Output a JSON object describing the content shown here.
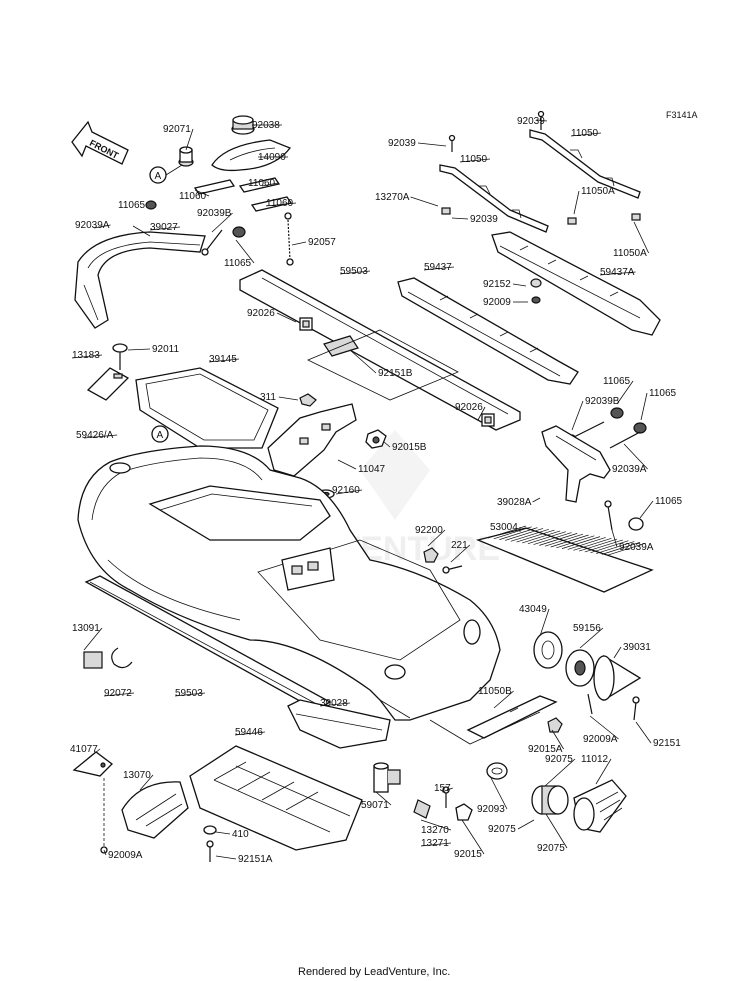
{
  "diagram": {
    "ref_code": "F3141A",
    "watermark_text": "LEADVENTURE",
    "footer": "Rendered by LeadVenture, Inc.",
    "direction_arrow": "FRONT",
    "callouts": [
      "A",
      "A"
    ],
    "part_numbers": [
      "92071",
      "92038",
      "14090",
      "11060",
      "11060",
      "11060",
      "11065",
      "92039A",
      "39027",
      "92039B",
      "11065",
      "92057",
      "92039",
      "92039",
      "11050",
      "11050",
      "13270A",
      "92039",
      "11050A",
      "11050A",
      "59503",
      "92026",
      "92151B",
      "59437",
      "92152",
      "92009",
      "59437A",
      "13183",
      "92011",
      "39145",
      "311",
      "92015B",
      "92026",
      "11047",
      "59426/A",
      "92160",
      "11065",
      "11065",
      "92039B",
      "92039A",
      "39028A",
      "11065",
      "92039A",
      "92200",
      "221",
      "53004",
      "43049",
      "59156",
      "39031",
      "92009A",
      "92151",
      "11050B",
      "92015A",
      "13091",
      "92072",
      "59503",
      "39028",
      "41077",
      "59446",
      "13070",
      "410",
      "92009A",
      "92151A",
      "59071",
      "157",
      "13270",
      "13271",
      "92015",
      "92093",
      "92075",
      "92075",
      "92075",
      "11012"
    ]
  }
}
